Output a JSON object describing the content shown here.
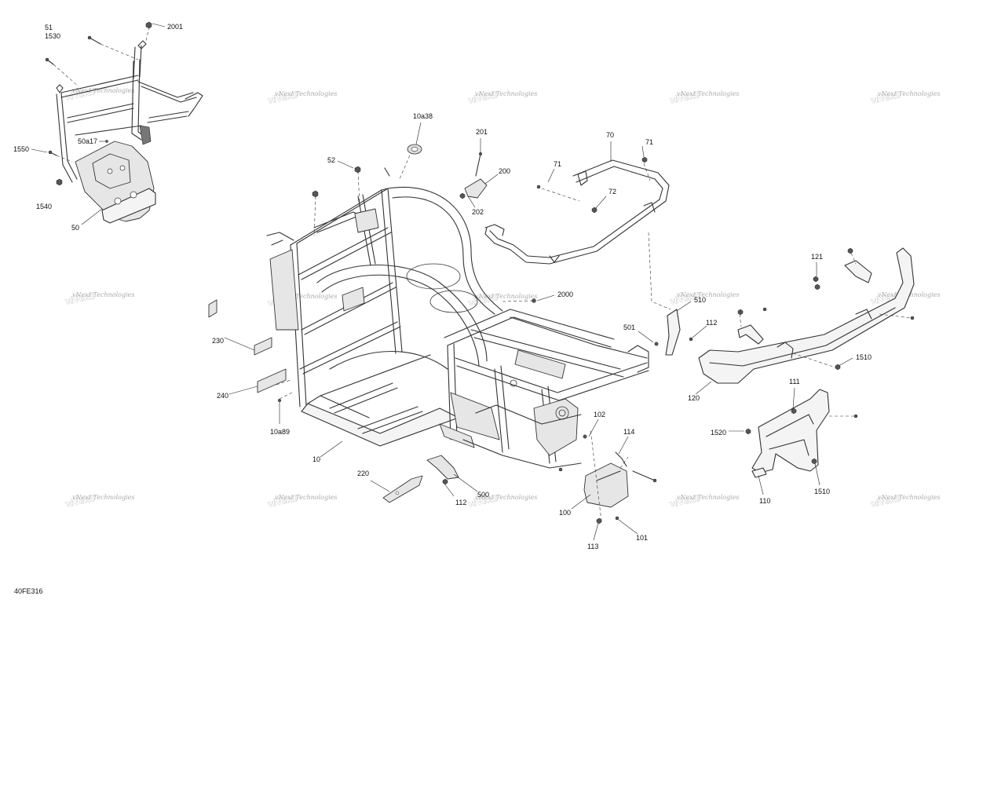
{
  "watermark_text": "vNext Technologies",
  "figure_code": "40FE316",
  "callouts": [
    {
      "id": "c-51",
      "text": "51"
    },
    {
      "id": "c-1530",
      "text": "1530"
    },
    {
      "id": "c-2001",
      "text": "2001"
    },
    {
      "id": "c-1550",
      "text": "1550"
    },
    {
      "id": "c-50a17",
      "text": "50a17"
    },
    {
      "id": "c-1540",
      "text": "1540"
    },
    {
      "id": "c-50",
      "text": "50"
    },
    {
      "id": "c-10a38",
      "text": "10a38"
    },
    {
      "id": "c-52",
      "text": "52"
    },
    {
      "id": "c-201",
      "text": "201"
    },
    {
      "id": "c-200",
      "text": "200"
    },
    {
      "id": "c-202",
      "text": "202"
    },
    {
      "id": "c-70",
      "text": "70"
    },
    {
      "id": "c-71a",
      "text": "71"
    },
    {
      "id": "c-71b",
      "text": "71"
    },
    {
      "id": "c-72",
      "text": "72"
    },
    {
      "id": "c-2000",
      "text": "2000"
    },
    {
      "id": "c-121",
      "text": "121"
    },
    {
      "id": "c-510",
      "text": "510"
    },
    {
      "id": "c-501",
      "text": "501"
    },
    {
      "id": "c-112a",
      "text": "112"
    },
    {
      "id": "c-1510a",
      "text": "1510"
    },
    {
      "id": "c-120",
      "text": "120"
    },
    {
      "id": "c-111",
      "text": "111"
    },
    {
      "id": "c-230",
      "text": "230"
    },
    {
      "id": "c-240",
      "text": "240"
    },
    {
      "id": "c-10a89",
      "text": "10a89"
    },
    {
      "id": "c-10",
      "text": "10"
    },
    {
      "id": "c-102",
      "text": "102"
    },
    {
      "id": "c-114",
      "text": "114"
    },
    {
      "id": "c-1520",
      "text": "1520"
    },
    {
      "id": "c-220",
      "text": "220"
    },
    {
      "id": "c-112b",
      "text": "112"
    },
    {
      "id": "c-500",
      "text": "500"
    },
    {
      "id": "c-100",
      "text": "100"
    },
    {
      "id": "c-110",
      "text": "110"
    },
    {
      "id": "c-1510b",
      "text": "1510"
    },
    {
      "id": "c-101",
      "text": "101"
    },
    {
      "id": "c-113",
      "text": "113"
    }
  ]
}
